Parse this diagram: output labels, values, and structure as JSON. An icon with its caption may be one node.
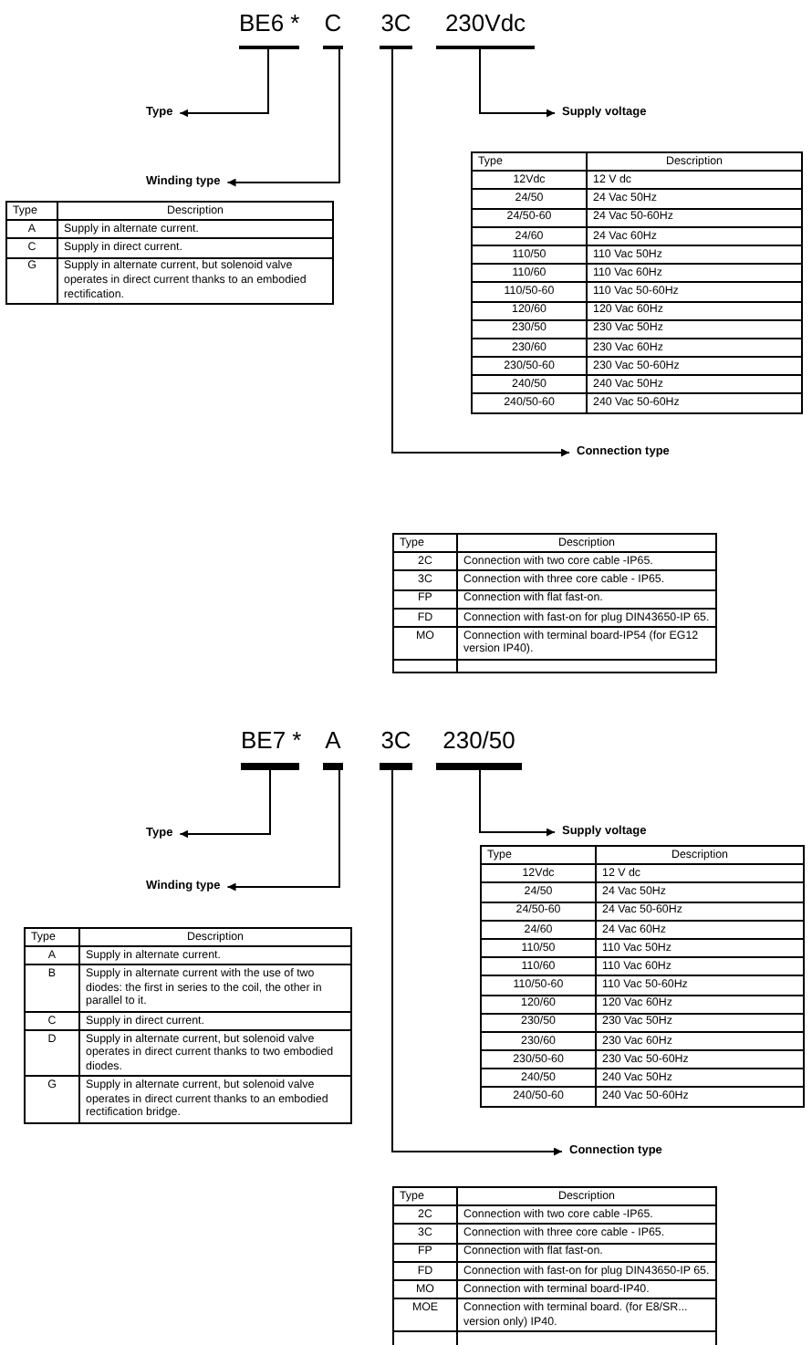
{
  "diagram": {
    "nodes": [
      {
        "text": [
          "BE6 *"
        ]
      },
      {
        "text": [
          "C"
        ]
      },
      {
        "text": [
          "3C"
        ]
      },
      {
        "text": [
          "230Vdc"
        ]
      },
      {
        "text": [
          "Type"
        ]
      },
      {
        "text": [
          "Winding type"
        ]
      },
      {
        "text": [
          "Supply voltage"
        ]
      },
      {
        "text": [
          "Connection type"
        ]
      },
      {
        "text": [
          "BE7 *"
        ]
      },
      {
        "text": [
          "A"
        ]
      },
      {
        "text": [
          "3C"
        ]
      },
      {
        "text": [
          "230/50"
        ]
      },
      {
        "text": [
          "Type"
        ]
      },
      {
        "text": [
          "Winding type"
        ]
      },
      {
        "text": [
          "Supply voltage"
        ]
      },
      {
        "text": [
          "Connection type"
        ]
      }
    ],
    "edges": [
      {
        "from": 0,
        "to": 4,
        "arrow": "to"
      },
      {
        "from": 1,
        "to": 5,
        "arrow": "to"
      },
      {
        "from": 3,
        "to": 6,
        "arrow": "to"
      },
      {
        "from": 2,
        "to": 7,
        "arrow": "to"
      },
      {
        "from": 8,
        "to": 12,
        "arrow": "to"
      },
      {
        "from": 9,
        "to": 13,
        "arrow": "to"
      },
      {
        "from": 11,
        "to": 14,
        "arrow": "to"
      },
      {
        "from": 10,
        "to": 15,
        "arrow": "to"
      }
    ],
    "labels": [
      "Type",
      "Description",
      "A",
      "Supply in alternate current.",
      "C",
      "Supply in direct current.",
      "G",
      "Supply in alternate current, but solenoid valve operates in direct current thanks to an embodied rectification.",
      "Type",
      "Description",
      "12Vdc",
      "12 V dc",
      "24/50",
      "24 Vac 50Hz",
      "24/50-60",
      "24 Vac 50-60Hz",
      "24/60",
      "24 Vac 60Hz",
      "110/50",
      "110 Vac 50Hz",
      "110/60",
      "110 Vac 60Hz",
      "110/50-60",
      "110 Vac 50-60Hz",
      "120/60",
      "120 Vac 60Hz",
      "230/50",
      "230 Vac 50Hz",
      "230/60",
      "230 Vac 60Hz",
      "230/50-60",
      "230 Vac 50-60Hz",
      "240/50",
      "240 Vac 50Hz",
      "240/50-60",
      "240 Vac 50-60Hz",
      "Type",
      "Description",
      "2C",
      "Connection with two core cable -IP65.",
      "3C",
      "Connection with three core cable - IP65.",
      "FP",
      "Connection with flat fast-on.",
      "FD",
      "Connection with fast-on for plug DIN43650-IP 65.",
      "MO",
      "Connection with terminal board-IP54 (for EG12 version IP40).",
      "Type",
      "Description",
      "A",
      "Supply in alternate current.",
      "B",
      "Supply in alternate current with the use of two diodes: the first in series to the coil, the other in parallel to it.",
      "C",
      "Supply in direct current.",
      "D",
      "Supply in alternate current, but solenoid valve operates in direct current thanks to two embodied diodes.",
      "G",
      "Supply in alternate current, but solenoid valve operates in direct current thanks to an embodied rectification bridge.",
      "Type",
      "Description",
      "12Vdc",
      "12 V dc",
      "24/50",
      "24 Vac 50Hz",
      "24/50-60",
      "24 Vac 50-60Hz",
      "24/60",
      "24 Vac 60Hz",
      "110/50",
      "110 Vac 50Hz",
      "110/60",
      "110 Vac 60Hz",
      "110/50-60",
      "110 Vac 50-60Hz",
      "120/60",
      "120 Vac 60Hz",
      "230/50",
      "230 Vac 50Hz",
      "230/60",
      "230 Vac 60Hz",
      "230/50-60",
      "230 Vac 50-60Hz",
      "240/50",
      "240 Vac 50Hz",
      "240/50-60",
      "240 Vac 50-60Hz",
      "Type",
      "Description",
      "2C",
      "Connection with two core cable -IP65.",
      "3C",
      "Connection with three core cable - IP65.",
      "FP",
      "Connection with flat fast-on.",
      "FD",
      "Connection with fast-on for plug DIN43650-IP 65.",
      "MO",
      "Connection with terminal board-IP40.",
      "MOE",
      "Connection with terminal board. (for E8/SR... version only) IP40."
    ]
  }
}
